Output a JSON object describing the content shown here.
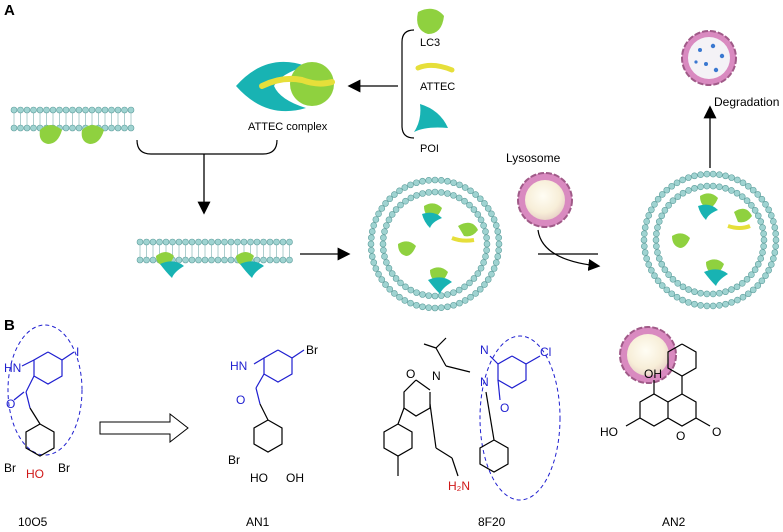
{
  "panel_a": {
    "letter": "A",
    "components": {
      "lc3": "LC3",
      "attec": "ATTEC",
      "poi": "POI"
    },
    "complex_label": "ATTEC complex",
    "lysosome_label": "Lysosome",
    "degradation_label": "Degradation"
  },
  "panel_b": {
    "letter": "B",
    "compounds": [
      {
        "name": "10O5"
      },
      {
        "name": "AN1"
      },
      {
        "name": "8F20"
      },
      {
        "name": "AN2"
      }
    ],
    "atoms": {
      "i": "I",
      "hn": "HN",
      "o": "O",
      "br": "Br",
      "ho": "HO",
      "oh": "OH",
      "cl": "Cl",
      "n": "N",
      "h2n": "H₂N"
    }
  },
  "colors": {
    "membrane_head": "#9fd3d1",
    "membrane_outline": "#5e9e9c",
    "lc3_green": "#8fd13f",
    "attec_yellow": "#e6df3a",
    "poi_teal": "#18b3b3",
    "lysosome_pink": "#d98ac0",
    "atom_blue": "#1f1fd0",
    "atom_red": "#d01818"
  }
}
